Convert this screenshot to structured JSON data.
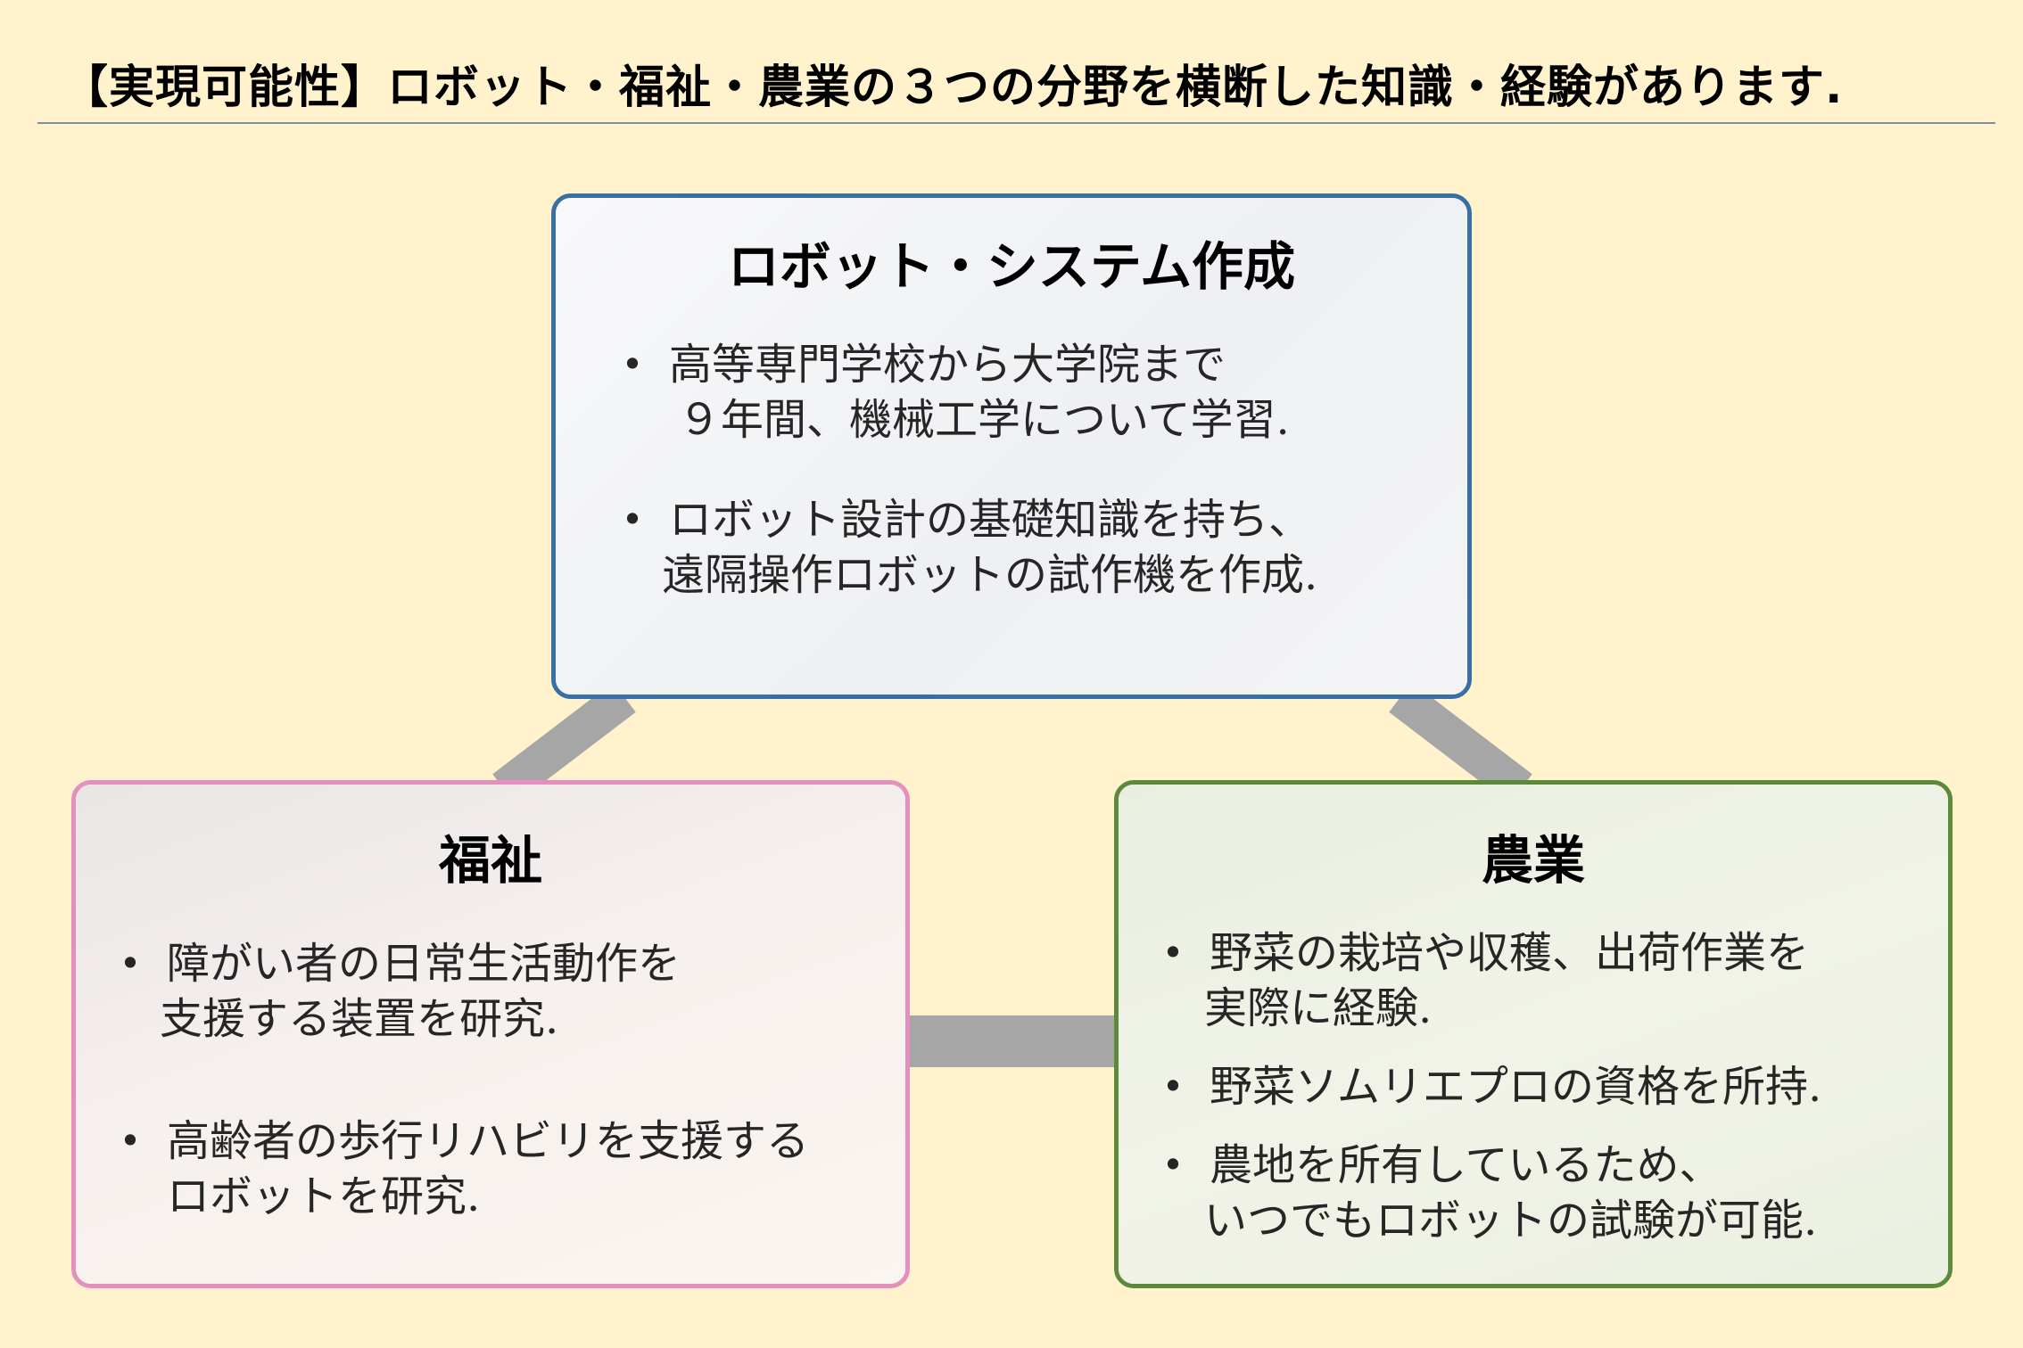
{
  "title": "【実現可能性】ロボット・福祉・農業の３つの分野を横断した知識・経験があります.",
  "colors": {
    "background": "#fff2cc",
    "connector": "#a6a6a6",
    "robot_border": "#3a6fa6",
    "welfare_border": "#e48fbd",
    "agri_border": "#5c8a3a"
  },
  "robot": {
    "title": "ロボット・システム作成",
    "bullet": "•",
    "items": [
      {
        "lines": [
          "高等専門学校から大学院まで",
          "９年間、機械工学について学習."
        ]
      },
      {
        "lines": [
          "ロボット設計の基礎知識を持ち、",
          "遠隔操作ロボットの試作機を作成."
        ]
      }
    ]
  },
  "welfare": {
    "title": "福祉",
    "bullet": "•",
    "items": [
      {
        "lines": [
          "障がい者の日常生活動作を",
          "支援する装置を研究."
        ]
      },
      {
        "lines": [
          "高齢者の歩行リハビリを支援する",
          "ロボットを研究."
        ]
      }
    ]
  },
  "agri": {
    "title": "農業",
    "bullet": "•",
    "items": [
      {
        "lines": [
          "野菜の栽培や収穫、出荷作業を",
          "実際に経験."
        ]
      },
      {
        "lines": [
          "野菜ソムリエプロの資格を所持."
        ]
      },
      {
        "lines": [
          "農地を所有しているため、",
          "いつでもロボットの試験が可能."
        ]
      }
    ]
  }
}
